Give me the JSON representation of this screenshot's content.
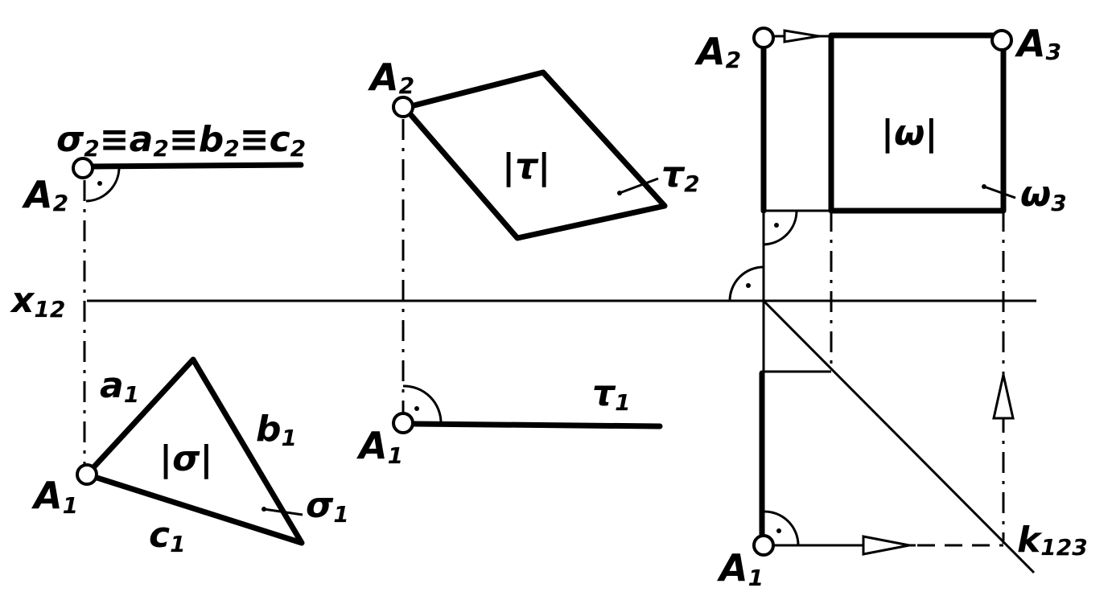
{
  "axis": {
    "main": "x",
    "sub": "12"
  },
  "panel_sigma": {
    "top_label": {
      "sigma": "σ",
      "s1": "2",
      "eq1": "≡",
      "a": "a",
      "s2": "2",
      "eq2": "≡",
      "b": "b",
      "s3": "2",
      "eq3": "≡",
      "c": "c",
      "s4": "2"
    },
    "a2": {
      "main": "A",
      "sub": "2"
    },
    "a1": {
      "main": "A",
      "sub": "1"
    },
    "side_a": {
      "main": "a",
      "sub": "1"
    },
    "side_b": {
      "main": "b",
      "sub": "1"
    },
    "side_c": {
      "main": "c",
      "sub": "1"
    },
    "true_size": "|σ|",
    "trace": {
      "main": "σ",
      "sub": "1"
    }
  },
  "panel_tau": {
    "a2": {
      "main": "A",
      "sub": "2"
    },
    "a1": {
      "main": "A",
      "sub": "1"
    },
    "true_size": "|τ|",
    "trace2": {
      "main": "τ",
      "sub": "2"
    },
    "trace1": {
      "main": "τ",
      "sub": "1"
    }
  },
  "panel_omega": {
    "a2": {
      "main": "A",
      "sub": "2"
    },
    "a3": {
      "main": "A",
      "sub": "3"
    },
    "a1": {
      "main": "A",
      "sub": "1"
    },
    "true_size": "|ω|",
    "trace3": {
      "main": "ω",
      "sub": "3"
    },
    "k": {
      "main": "k",
      "sub": "123"
    }
  }
}
